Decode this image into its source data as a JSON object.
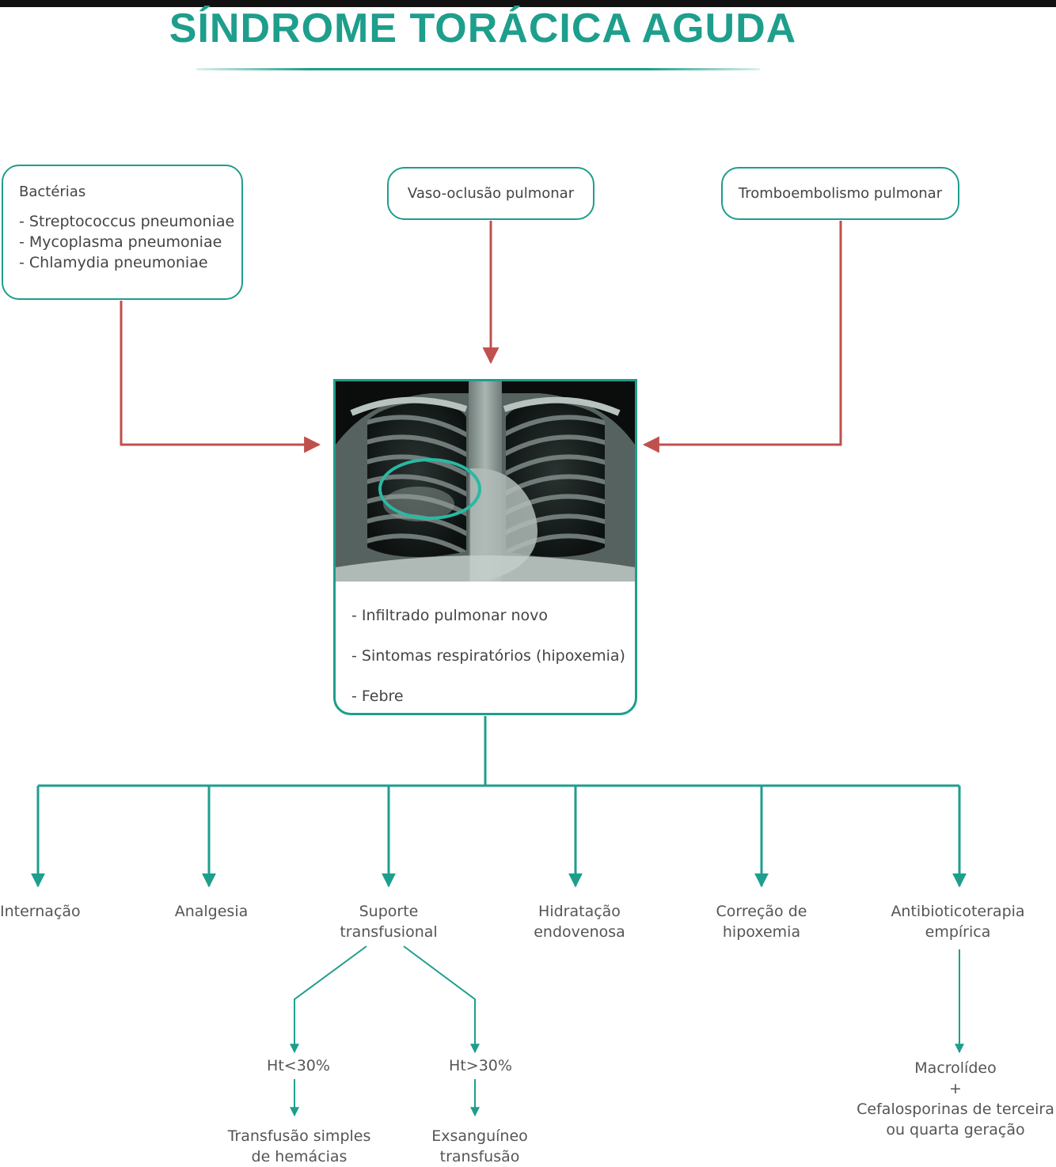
{
  "title": "SÍNDROME TORÁCICA AGUDA",
  "causes": {
    "bacterias": {
      "heading": "Bactérias",
      "items": [
        "- Streptococcus pneumoniae",
        "- Mycoplasma pneumoniae",
        "- Chlamydia pneumoniae"
      ]
    },
    "vaso": "Vaso-oclusão pulmonar",
    "trombo": "Tromboembolismo pulmonar"
  },
  "criteria": [
    "- Infiltrado pulmonar novo",
    "- Sintomas respiratórios (hipoxemia)",
    "- Febre"
  ],
  "management": {
    "internacao": "Internação",
    "analgesia": "Analgesia",
    "suporte": [
      "Suporte",
      "transfusional"
    ],
    "hidratacao": [
      "Hidratação",
      "endovenosa"
    ],
    "correcao": [
      "Correção de",
      "hipoxemia"
    ],
    "antibio": [
      "Antibioticoterapia",
      "empírica"
    ]
  },
  "transfusion": {
    "ht_low": "Ht<30%",
    "ht_high": "Ht>30%",
    "simple": [
      "Transfusão simples",
      "de hemácias"
    ],
    "exchange": [
      "Exsanguíneo",
      "transfusão"
    ]
  },
  "antibiotics": [
    "Macrolídeo",
    "+",
    "Cefalosporinas de terceira",
    "ou quarta geração"
  ],
  "colors": {
    "teal": "#1e9e8c",
    "red": "#c0504d",
    "text": "#4a4a4a"
  }
}
